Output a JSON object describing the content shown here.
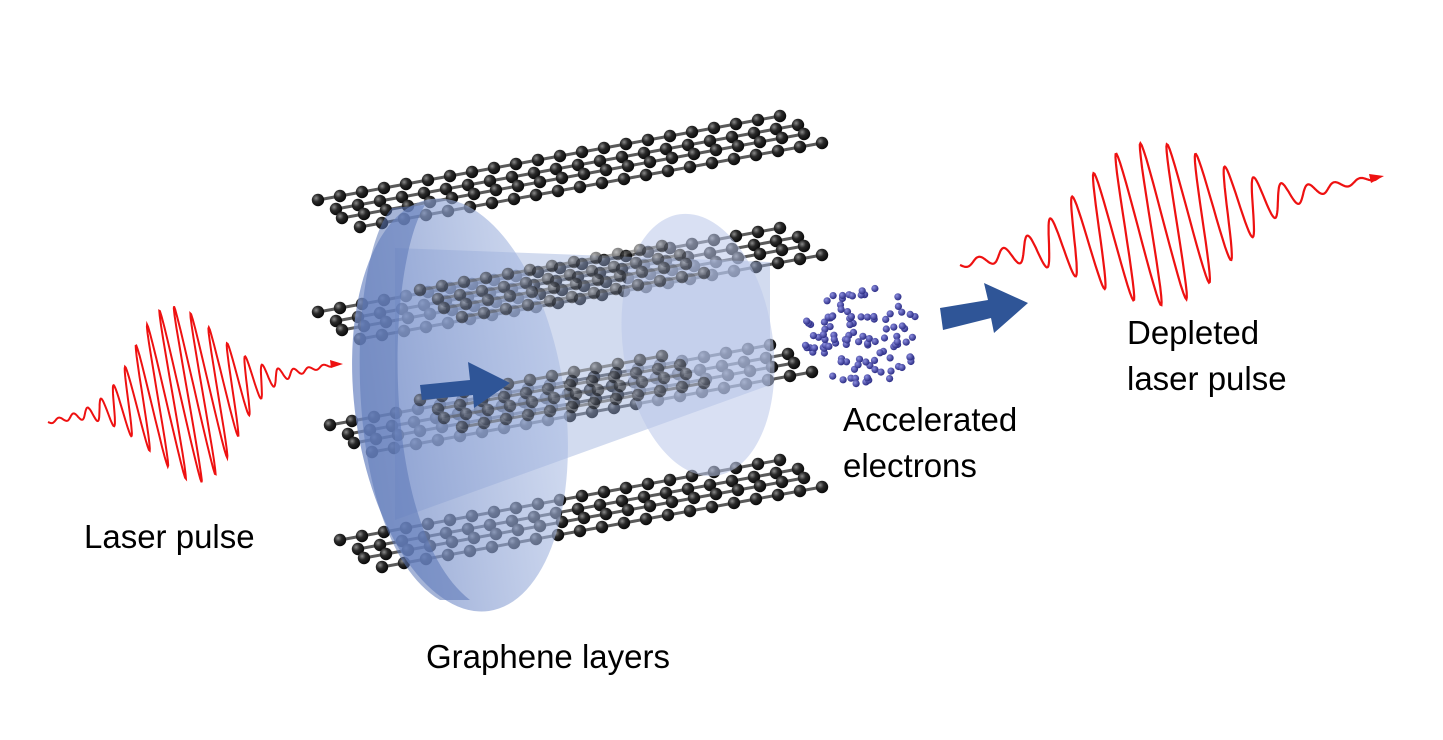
{
  "labels": {
    "laser_pulse": "Laser pulse",
    "graphene_layers": "Graphene layers",
    "accelerated_electrons_line1": "Accelerated",
    "accelerated_electrons_line2": "electrons",
    "depleted_line1": "Depleted",
    "depleted_line2": "laser pulse"
  },
  "colors": {
    "laser": "#ee1111",
    "arrow": "#2f5597",
    "beam": "#8fa6d6",
    "atom": "#1c1c1c",
    "bond": "#5a5a5a",
    "electron": "#3b3c9a"
  },
  "icons": {
    "laser_pulse": "red-wave-packet-arrow",
    "graphene": "hexagonal-atom-lattice",
    "electrons": "dot-cloud",
    "direction": "block-arrow-right"
  }
}
